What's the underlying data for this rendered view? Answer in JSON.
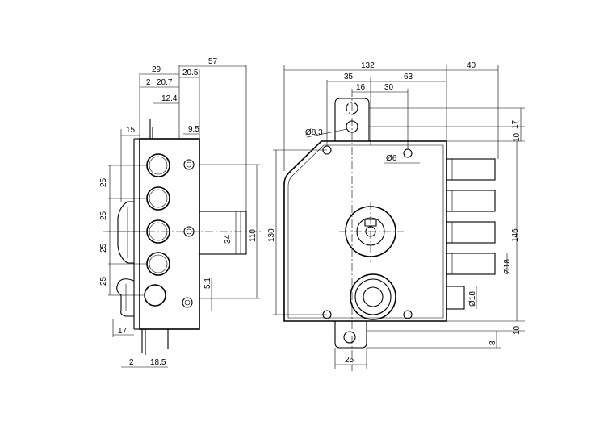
{
  "side_view": {
    "dims_top": [
      "29",
      "57",
      "2",
      "20.7",
      "20.5",
      "12.4",
      "15",
      "9.5"
    ],
    "dims_left": [
      "25",
      "25",
      "25",
      "25"
    ],
    "dims_bottom": [
      "17",
      "2",
      "18.5"
    ],
    "dims_center": [
      "34",
      "110",
      "5.1"
    ]
  },
  "front_view": {
    "dims_top": [
      "132",
      "40",
      "35",
      "63",
      "16",
      "30"
    ],
    "dims_holes": [
      "8.3",
      "6"
    ],
    "dims_right": [
      "17",
      "10",
      "146",
      "18",
      "18",
      "10",
      "8"
    ],
    "dims_left": [
      "130"
    ],
    "dims_bottom": [
      "25"
    ]
  }
}
